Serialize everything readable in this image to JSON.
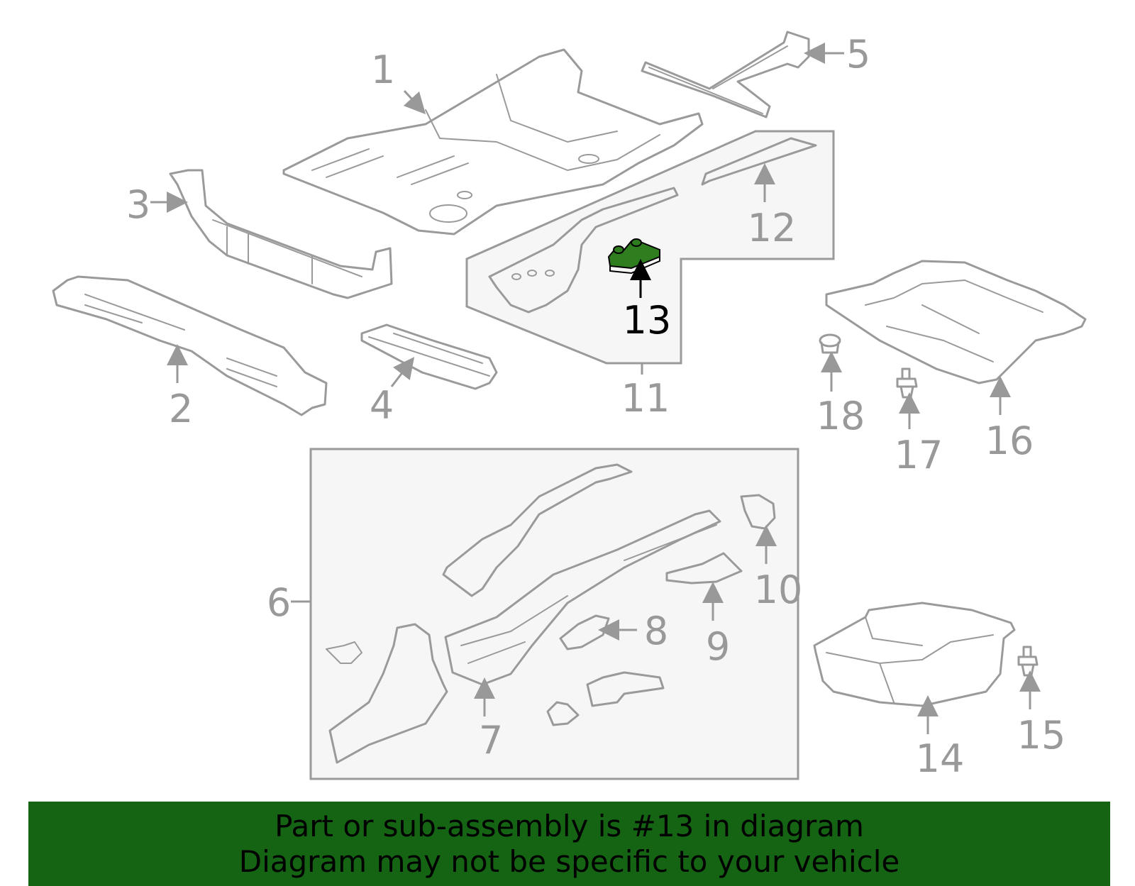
{
  "colors": {
    "line": "#9a9a9a",
    "label": "#999999",
    "highlight_part": "#2e7d1f",
    "banner_bg": "#146414",
    "banner_text": "#000000",
    "box_fill": "#f6f6f6"
  },
  "highlighted_part": "13",
  "callouts": {
    "c1": "1",
    "c2": "2",
    "c3": "3",
    "c4": "4",
    "c5": "5",
    "c6": "6",
    "c7": "7",
    "c8": "8",
    "c9": "9",
    "c10": "10",
    "c11": "11",
    "c12": "12",
    "c13": "13",
    "c14": "14",
    "c15": "15",
    "c16": "16",
    "c17": "17",
    "c18": "18"
  },
  "banner": {
    "line1": "Part or sub-assembly is #13 in diagram",
    "line2": "Diagram may not be specific to your vehicle"
  }
}
